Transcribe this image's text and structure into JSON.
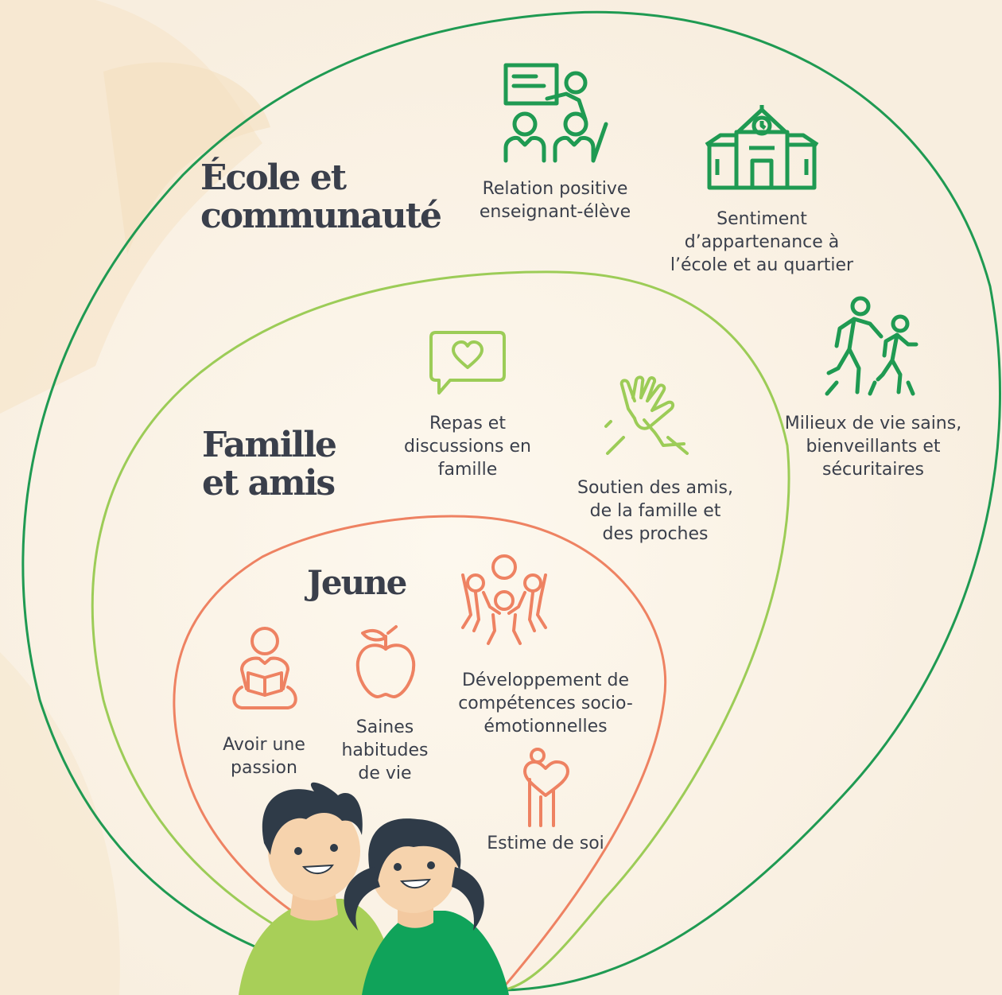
{
  "colors": {
    "background": "#fbf3e6",
    "outer_ring": "#1f9a52",
    "middle_ring": "#9ccc57",
    "inner_ring": "#ee8262",
    "heading_text": "#3a3f4b",
    "label_text": "#3a3f4b",
    "icon_green": "#1f9a52",
    "icon_lightgreen": "#9ccc57",
    "icon_salmon": "#ee8262"
  },
  "rings": {
    "outer": {
      "heading_line1": "École et",
      "heading_line2": "communauté"
    },
    "middle": {
      "heading_line1": "Famille",
      "heading_line2": "et amis"
    },
    "inner": {
      "heading": "Jeune"
    }
  },
  "items": {
    "teacher": {
      "icon": "classroom-icon",
      "label": "Relation positive\nenseignant-élève"
    },
    "school": {
      "icon": "school-building-icon",
      "label": "Sentiment\nd’appartenance à\nl’école et au quartier"
    },
    "walking": {
      "icon": "crosswalk-icon",
      "label": "Milieux de vie sains,\nbienveillants et\nsécuritaires"
    },
    "meals": {
      "icon": "heart-message-icon",
      "label": "Repas et\ndiscussions en\nfamille"
    },
    "support": {
      "icon": "high-five-icon",
      "label": "Soutien des amis,\nde la famille et\ndes proches"
    },
    "passion": {
      "icon": "reading-person-icon",
      "label": "Avoir une\npassion"
    },
    "habits": {
      "icon": "apple-icon",
      "label": "Saines\nhabitudes\nde vie"
    },
    "social": {
      "icon": "group-dance-icon",
      "label": "Développement de\ncompétences socio-\némotionnelles"
    },
    "esteem": {
      "icon": "self-hug-icon",
      "label": "Estime de soi"
    }
  }
}
